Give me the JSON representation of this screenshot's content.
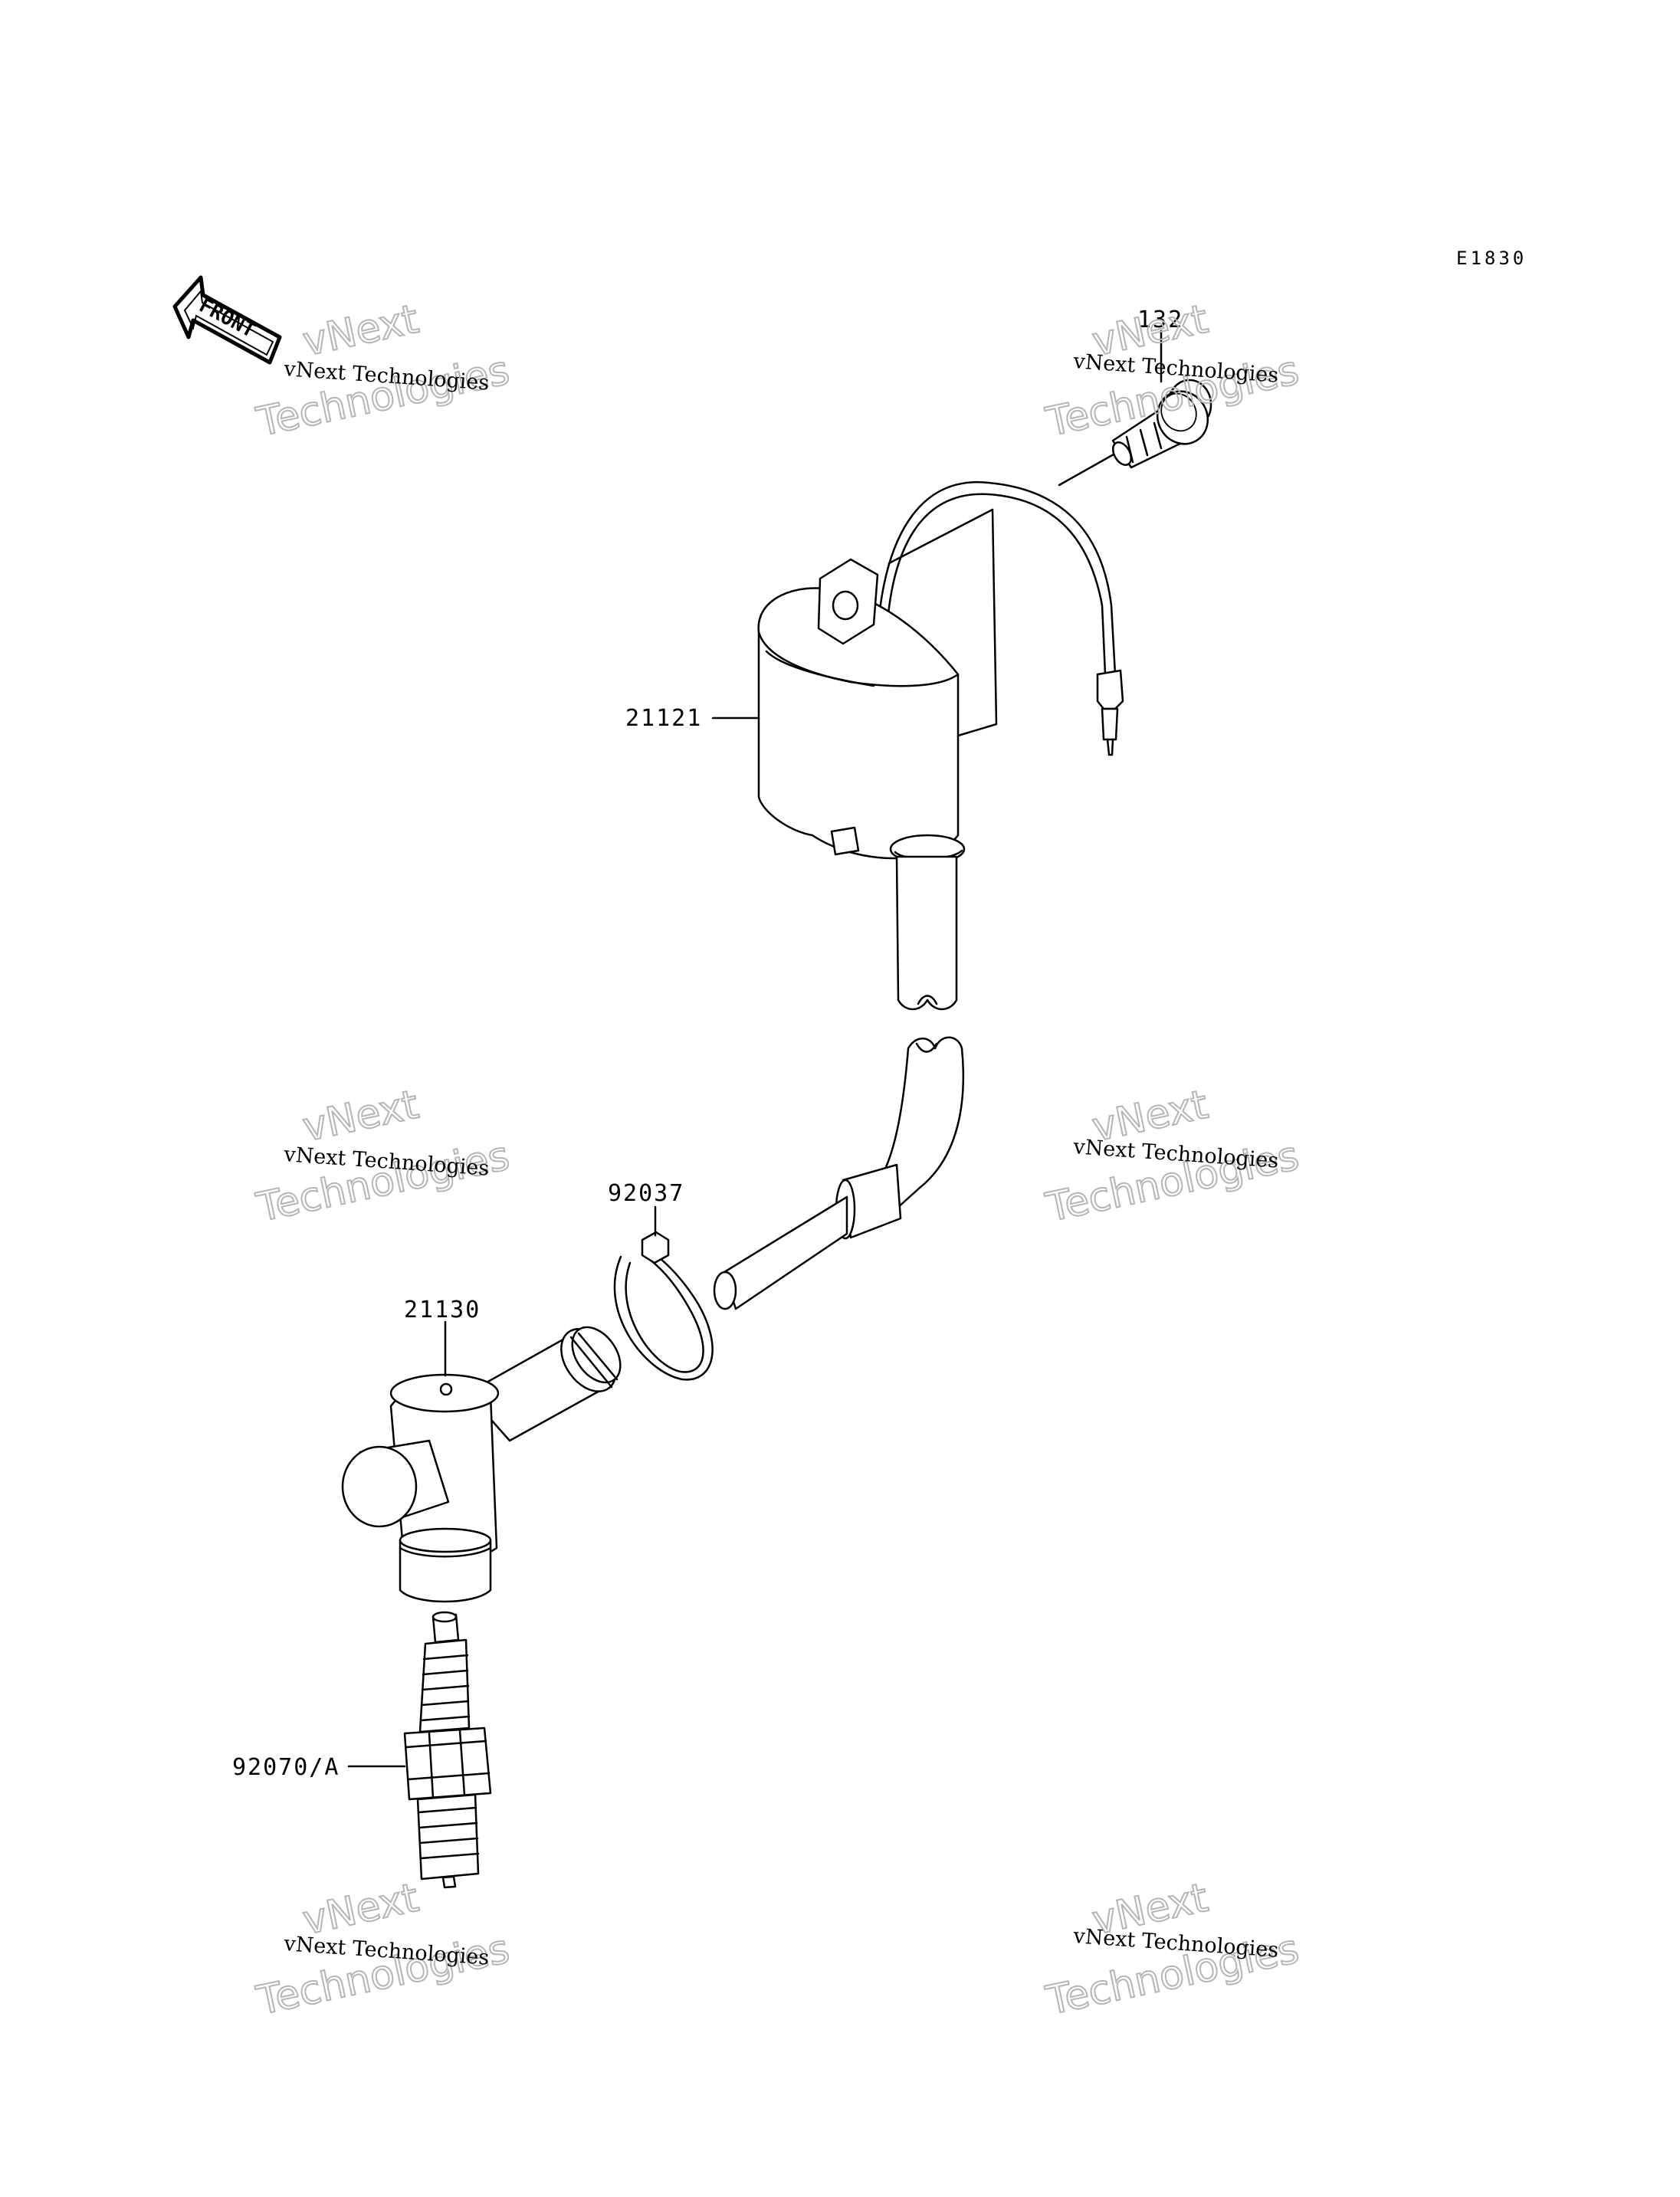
{
  "diagram_code": "E1830",
  "front_label": "FRONT",
  "callouts": [
    {
      "id": "bolt",
      "label": "132"
    },
    {
      "id": "ignition-coil",
      "label": "21121"
    },
    {
      "id": "band",
      "label": "92037"
    },
    {
      "id": "plug-cap",
      "label": "21130"
    },
    {
      "id": "spark-plug",
      "label": "92070/A"
    }
  ],
  "watermark": {
    "line_small": "vNext Technologies",
    "big_line_1": "vNext",
    "big_line_2": "Technologies"
  }
}
